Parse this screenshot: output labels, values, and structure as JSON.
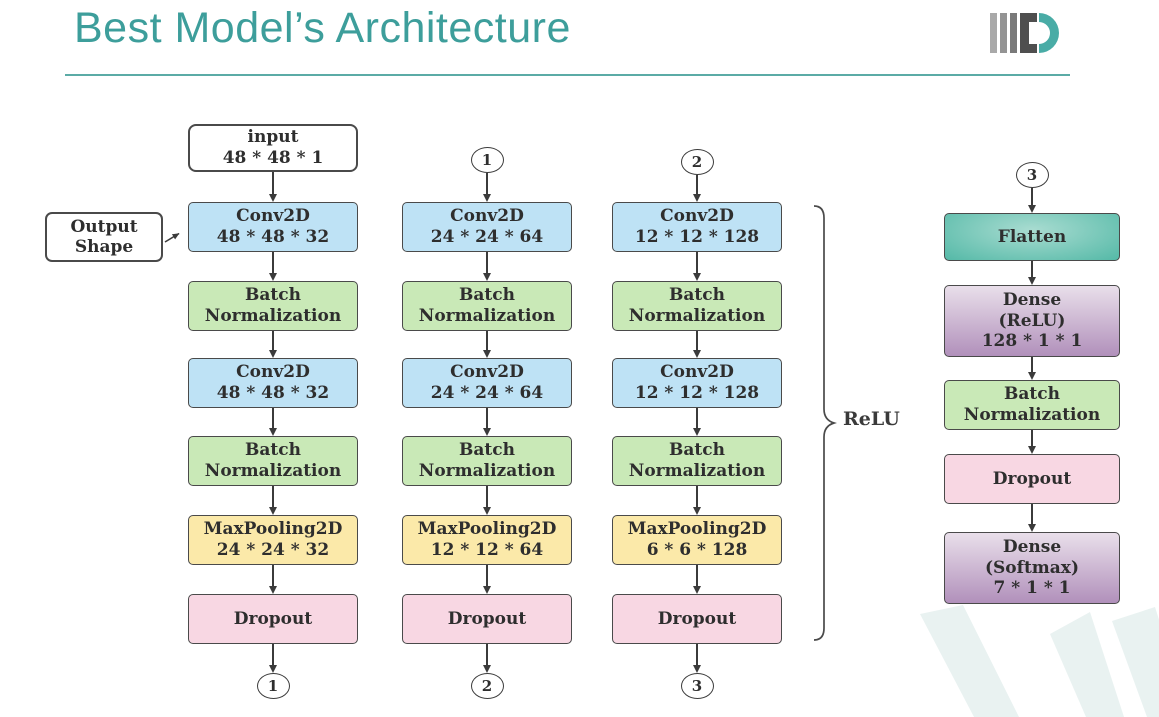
{
  "slide": {
    "title": "Best Model’s Architecture",
    "accent_color": "#3D9E9B"
  },
  "icons": {
    "logo": "iiitd-logo"
  },
  "callout": {
    "lines": [
      "Output",
      "Shape"
    ]
  },
  "bracket_label": "ReLU",
  "columns": [
    {
      "name": "stage-1",
      "top_connector": null,
      "bottom_connector": "1",
      "boxes": [
        {
          "type": "input",
          "lines": [
            "input",
            "48 * 48 * 1"
          ]
        },
        {
          "type": "conv",
          "lines": [
            "Conv2D",
            "48 * 48 * 32"
          ]
        },
        {
          "type": "batchnorm",
          "lines": [
            "Batch",
            "Normalization"
          ]
        },
        {
          "type": "conv",
          "lines": [
            "Conv2D",
            "48 * 48 * 32"
          ]
        },
        {
          "type": "batchnorm",
          "lines": [
            "Batch",
            "Normalization"
          ]
        },
        {
          "type": "maxpool",
          "lines": [
            "MaxPooling2D",
            "24 * 24 * 32"
          ]
        },
        {
          "type": "dropout",
          "lines": [
            "Dropout"
          ]
        }
      ]
    },
    {
      "name": "stage-2",
      "top_connector": "1",
      "bottom_connector": "2",
      "boxes": [
        {
          "type": "conv",
          "lines": [
            "Conv2D",
            "24 * 24 * 64"
          ]
        },
        {
          "type": "batchnorm",
          "lines": [
            "Batch",
            "Normalization"
          ]
        },
        {
          "type": "conv",
          "lines": [
            "Conv2D",
            "24 * 24 * 64"
          ]
        },
        {
          "type": "batchnorm",
          "lines": [
            "Batch",
            "Normalization"
          ]
        },
        {
          "type": "maxpool",
          "lines": [
            "MaxPooling2D",
            "12 * 12 * 64"
          ]
        },
        {
          "type": "dropout",
          "lines": [
            "Dropout"
          ]
        }
      ]
    },
    {
      "name": "stage-3",
      "top_connector": "2",
      "bottom_connector": "3",
      "boxes": [
        {
          "type": "conv",
          "lines": [
            "Conv2D",
            "12 * 12 * 128"
          ]
        },
        {
          "type": "batchnorm",
          "lines": [
            "Batch",
            "Normalization"
          ]
        },
        {
          "type": "conv",
          "lines": [
            "Conv2D",
            "12 * 12 * 128"
          ]
        },
        {
          "type": "batchnorm",
          "lines": [
            "Batch",
            "Normalization"
          ]
        },
        {
          "type": "maxpool",
          "lines": [
            "MaxPooling2D",
            "6 * 6 * 128"
          ]
        },
        {
          "type": "dropout",
          "lines": [
            "Dropout"
          ]
        }
      ]
    },
    {
      "name": "classifier-head",
      "top_connector": "3",
      "bottom_connector": null,
      "boxes": [
        {
          "type": "flatten",
          "lines": [
            "Flatten"
          ]
        },
        {
          "type": "dense",
          "lines": [
            "Dense",
            "(ReLU)",
            "128 * 1 * 1"
          ]
        },
        {
          "type": "batchnorm",
          "lines": [
            "Batch",
            "Normalization"
          ]
        },
        {
          "type": "dropout",
          "lines": [
            "Dropout"
          ]
        },
        {
          "type": "dense",
          "lines": [
            "Dense",
            "(Softmax)",
            "7 * 1 * 1"
          ]
        }
      ]
    }
  ],
  "palette": {
    "input": "#FFFFFF",
    "conv": "#BEE2F5",
    "batchnorm": "#C9E9B7",
    "maxpool": "#FBE9A9",
    "dropout": "#F8D7E3",
    "flatten_edge": "#54B9A7",
    "flatten_center": "#A9DCD1",
    "dense_top": "#E9DFEA",
    "dense_bottom": "#B190BB",
    "border": "#4A4A4A",
    "watermark": "#E9F2F1"
  }
}
